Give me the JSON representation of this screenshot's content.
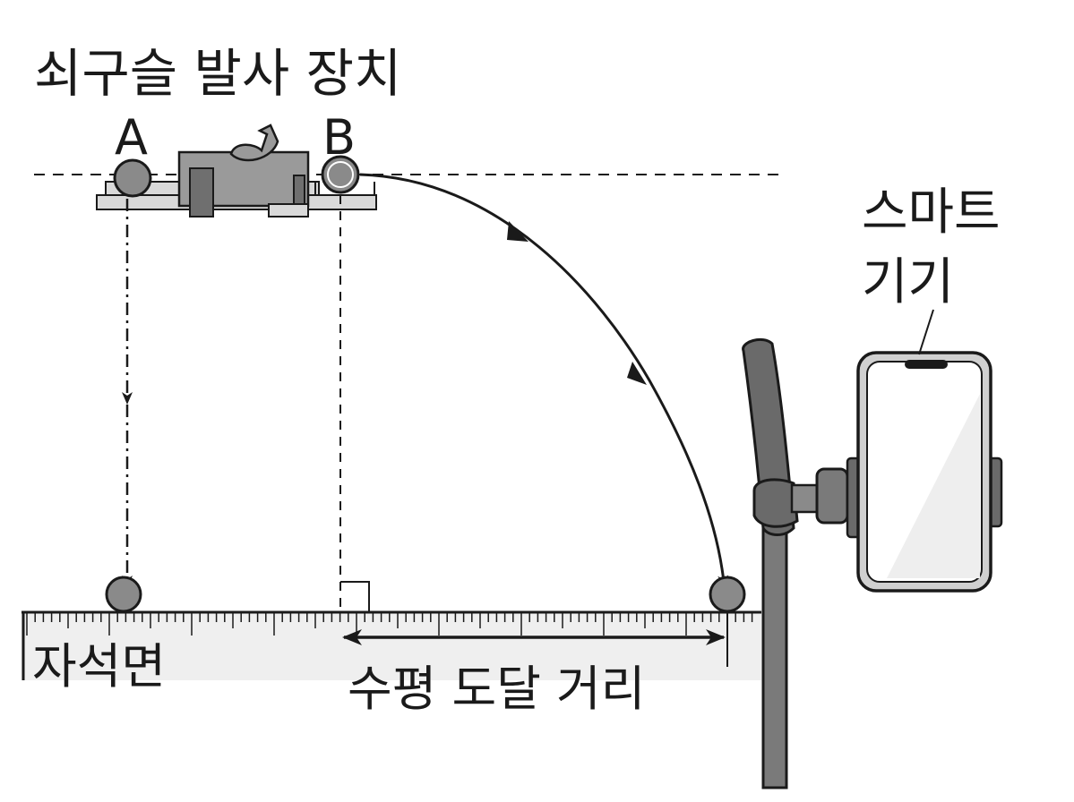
{
  "title": "쇠구슬 발사 장치",
  "ball_a_label": "A",
  "ball_b_label": "B",
  "device_label_line1": "스마트",
  "device_label_line2": "기기",
  "surface_label": "자석면",
  "distance_label": "수평 도달 거리",
  "colors": {
    "stroke": "#1a1a1a",
    "ball": "#8a8a8a",
    "device_body": "#9a9a9a",
    "device_base": "#d9d9d9",
    "ruler": "#efefef",
    "stand": "#7a7a7a"
  },
  "icons": [
    "launcher-icon",
    "steel-ball-icon",
    "smartphone-icon",
    "tripod-stand-icon",
    "ruler-icon"
  ]
}
